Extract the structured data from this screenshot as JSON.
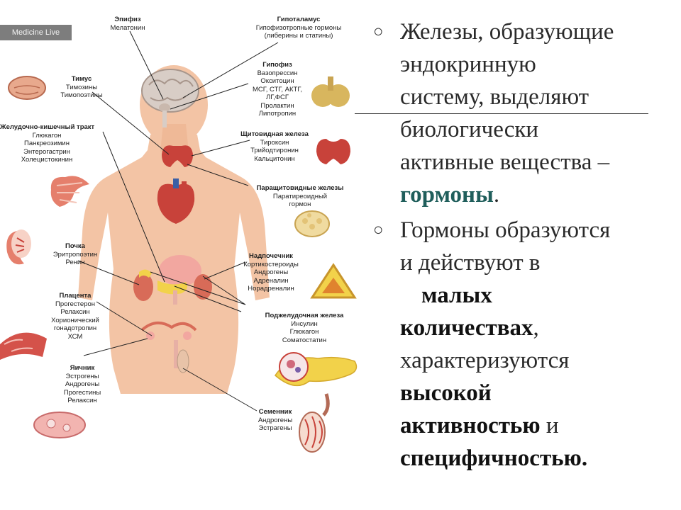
{
  "watermark": "Medicine Live",
  "colors": {
    "accent": "#1f5e5b",
    "skin": "#f3c4a5",
    "organ_red": "#c8423a",
    "gland_yellow": "#f2d24a"
  },
  "labels": {
    "epiphysis": {
      "title": "Эпифиз",
      "items": [
        "Мелатонин"
      ]
    },
    "hypothalamus": {
      "title": "Гипоталамус",
      "items": [
        "Гипофизотропные гормоны",
        "(либерины и статины)"
      ]
    },
    "thymus": {
      "title": "Тимус",
      "items": [
        "Тимозины",
        "Тимопоэтины"
      ]
    },
    "hypophysis": {
      "title": "Гипофиз",
      "items": [
        "Вазопрессин",
        "Окситоцин",
        "МСГ, СТГ, АКТГ,",
        "ЛГ,ФСГ",
        "Пролактин",
        "Липотропин"
      ]
    },
    "gi_tract": {
      "title": "Желудочно-кишечный тракт",
      "items": [
        "Глюкагон",
        "Панкреозимин",
        "Энтерогастрин",
        "Холецистокинин"
      ]
    },
    "thyroid": {
      "title": "Щитовидная железа",
      "items": [
        "Тироксин",
        "Трийодтиронин",
        "Кальцитонин"
      ]
    },
    "parathyroid": {
      "title": "Паращитовидные железы",
      "items": [
        "Паратиреоидный",
        "гормон"
      ]
    },
    "kidney": {
      "title": "Почка",
      "items": [
        "Эритропоэтин",
        "Ренин"
      ]
    },
    "adrenal": {
      "title": "Надпочечник",
      "items": [
        "Кортикостероиды",
        "Андрогены",
        "Адреналин",
        "Норадреналин"
      ]
    },
    "placenta": {
      "title": "Плацента",
      "items": [
        "Прогестерон",
        "Релаксин",
        "Хорионический",
        "гонадотропин",
        "ХСМ"
      ]
    },
    "pancreas": {
      "title": "Поджелудочная железа",
      "items": [
        "Инсулин",
        "Глюкагон",
        "Соматостатин"
      ]
    },
    "ovary": {
      "title": "Яичник",
      "items": [
        "Эстрогены",
        "Андрогены",
        "Прогестины",
        "Релаксин"
      ]
    },
    "testis": {
      "title": "Семенник",
      "items": [
        "Андрогены",
        "Эстрагены"
      ]
    }
  },
  "text": {
    "p1_line1": "Железы, образующие",
    "p1_line2": "эндокринную",
    "p1_line3": "систему, выделяют",
    "p1_line4": "биологически",
    "p1_line5": "активные вещества –",
    "p1_term": "гормоны",
    "p1_end": ".",
    "p2_line1": "Гормоны образуются",
    "p2_line2": "и действуют в",
    "p2_b1": "малых",
    "p2_b2": "количествах",
    "p2_comma": ",",
    "p2_line4": "характеризуются",
    "p2_b3": "высокой",
    "p2_b4": "активностью",
    "p2_and": " и",
    "p2_b5": "специфичностью."
  }
}
